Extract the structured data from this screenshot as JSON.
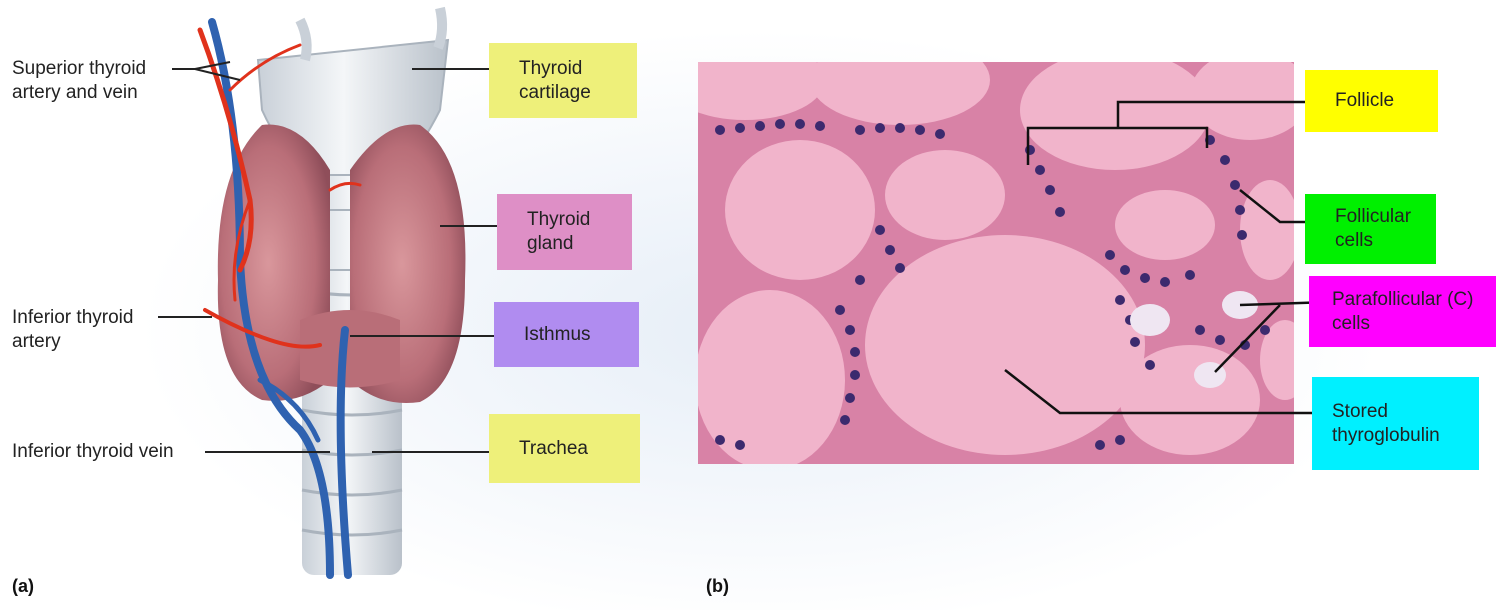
{
  "figure": {
    "panel_a_label": "(a)",
    "panel_b_label": "(b)"
  },
  "panel_a": {
    "left_labels": {
      "superior_thyroid": "Superior thyroid\nartery and vein",
      "inferior_thyroid_artery": "Inferior thyroid\nartery",
      "inferior_thyroid_vein": "Inferior thyroid vein"
    },
    "boxes": {
      "thyroid_cartilage": {
        "text": "Thyroid\ncartilage",
        "color": "#eef07a"
      },
      "thyroid_gland": {
        "text": "Thyroid\ngland",
        "color": "#de8fc6"
      },
      "isthmus": {
        "text": "Isthmus",
        "color": "#b08cf0"
      },
      "trachea": {
        "text": "Trachea",
        "color": "#eef07a"
      }
    }
  },
  "panel_b": {
    "boxes": {
      "follicle": {
        "text": "Follicle",
        "color": "#ffff00"
      },
      "follicular_cells": {
        "text": "Follicular\ncells",
        "color": "#00f000"
      },
      "parafollicular_cells": {
        "text": "Parafollicular (C)\ncells",
        "color": "#ff00ff"
      },
      "stored_thyroglobulin": {
        "text": "Stored\nthyroglobulin",
        "color": "#00f0ff"
      }
    }
  },
  "colors": {
    "artery": "#e0321c",
    "vein": "#2f62b0",
    "gland": "#c87a82",
    "cartilage": "#e9edf1",
    "tissue_bg": "#d882a6",
    "colloid": "#f1b4cb",
    "nucleus": "#3c2a6e"
  }
}
